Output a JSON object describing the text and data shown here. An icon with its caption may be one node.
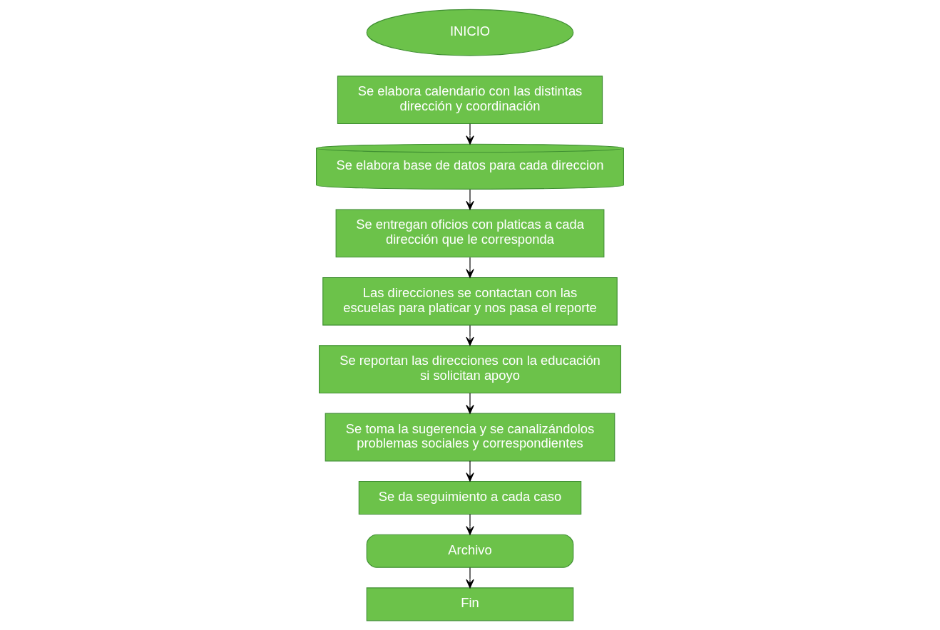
{
  "diagram": {
    "nodes": [
      {
        "text": [
          "INICIO"
        ]
      },
      {
        "text": [
          "Se elabora calendario con las distintas dirección y coordinación"
        ]
      },
      {
        "text": [
          "Se elabora base de datos para cada direccion"
        ]
      },
      {
        "text": [
          "Se entregan oficios con platicas a cada dirección que le corresponda"
        ]
      },
      {
        "text": [
          "Las direcciones se contactan con las escuelas para platicar y nos pasa el reporte"
        ]
      },
      {
        "text": [
          "Se reportan las direcciones con la educación si solicitan apoyo"
        ]
      },
      {
        "text": [
          "Se toma la sugerencia y se canalizándolos problemas sociales y correspondientes"
        ]
      },
      {
        "text": [
          "Se da seguimiento a cada caso"
        ]
      },
      {
        "text": [
          "Archivo"
        ]
      },
      {
        "text": [
          "Fin"
        ]
      }
    ],
    "edges": [
      {
        "from": 1,
        "to": 2,
        "arrow": "to"
      },
      {
        "from": 2,
        "to": 3,
        "arrow": "to"
      },
      {
        "from": 3,
        "to": 4,
        "arrow": "to"
      },
      {
        "from": 4,
        "to": 5,
        "arrow": "to"
      },
      {
        "from": 5,
        "to": 6,
        "arrow": "to"
      },
      {
        "from": 6,
        "to": 7,
        "arrow": "to"
      },
      {
        "from": 7,
        "to": 8,
        "arrow": "to"
      },
      {
        "from": 8,
        "to": 9,
        "arrow": "to"
      }
    ]
  }
}
